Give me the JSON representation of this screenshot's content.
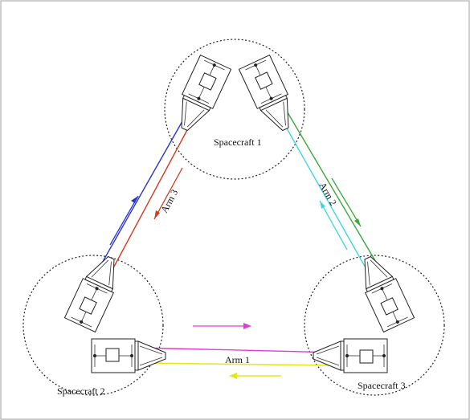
{
  "diagram": {
    "spacecraft": [
      {
        "id": "sc1",
        "label": "Spacecraft 1"
      },
      {
        "id": "sc2",
        "label": "Spacecraft 2"
      },
      {
        "id": "sc3",
        "label": "Spacecraft 3"
      }
    ],
    "arms": [
      {
        "id": "arm1",
        "label": "Arm 1"
      },
      {
        "id": "arm2",
        "label": "Arm 2"
      },
      {
        "id": "arm3",
        "label": "Arm 3"
      }
    ],
    "beam_colors": {
      "blue": "#2a35c8",
      "red": "#d23a1e",
      "cyan": "#3fd6e0",
      "green": "#3aa83a",
      "magenta": "#e23ad6",
      "yellow": "#e6e61a"
    },
    "frame_color": "#bdbdbd"
  }
}
